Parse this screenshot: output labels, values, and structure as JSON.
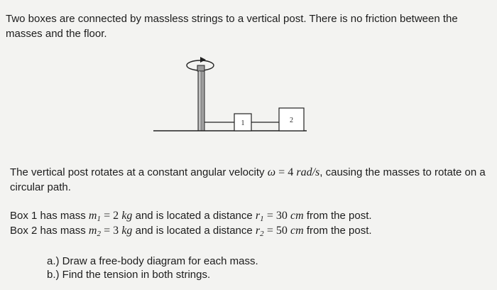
{
  "intro": "Two boxes are connected by massless strings to a vertical post. There is no friction between the masses and the floor.",
  "rotation": {
    "text_before": "The vertical post rotates at a constant angular velocity",
    "omega_symbol": "ω",
    "omega_value": "= 4",
    "omega_unit": "rad/s",
    "text_after": ", causing the masses to rotate on a circular path."
  },
  "box1": {
    "prefix": "Box 1 has mass",
    "mass_symbol": "m",
    "mass_sub": "1",
    "mass_value": "= 2",
    "mass_unit": "kg",
    "middle": "and is located a distance",
    "dist_symbol": "r",
    "dist_sub": "1",
    "dist_value": "= 30",
    "dist_unit": "cm",
    "suffix": "from the post."
  },
  "box2": {
    "prefix": "Box 2 has mass",
    "mass_symbol": "m",
    "mass_sub": "2",
    "mass_value": "= 3",
    "mass_unit": "kg",
    "middle": "and is located a distance",
    "dist_symbol": "r",
    "dist_sub": "2",
    "dist_value": "= 50",
    "dist_unit": "cm",
    "suffix": "from the post."
  },
  "tasks": {
    "a": "a.) Draw a free-body diagram for each mass.",
    "b": "b.) Find the tension in both strings."
  },
  "figure": {
    "box1_label": "1",
    "box2_label": "2"
  }
}
